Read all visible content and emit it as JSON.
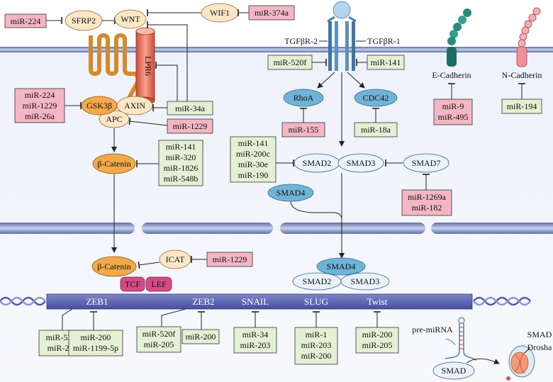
{
  "upstream": {
    "mir224_left": "miR-224",
    "sfrp2": "SFRP2",
    "wnt": "WNT",
    "wif1": "WIF1",
    "mir374a": "miR-374a",
    "lpr6": "LPR6",
    "gsk3b": "GSK3β",
    "axin": "AXIN",
    "apc": "APC",
    "beta_catenin": "β-Catenin"
  },
  "left_mirs": {
    "group1": [
      "miR-224",
      "miR-1229",
      "miR-26a"
    ],
    "mir34a": "miR-34a",
    "mir1229_apc": "miR-1229",
    "bcat_group": [
      "miR-141",
      "miR-320",
      "miR-1826",
      "miR-548b"
    ]
  },
  "tgf": {
    "receptor2": "TGFβR-2",
    "receptor1": "TGFβR-1",
    "mir520f": "miR-520f",
    "mir141": "miR-141",
    "rhoa": "RhoA",
    "cdc42": "CDC42",
    "mir155": "miR-155",
    "mir18a": "miR-18a",
    "smad_group": [
      "miR-141",
      "miR-200c",
      "miR-30e",
      "miR-190"
    ],
    "smad2": "SMAD2",
    "smad3": "SMAD3",
    "smad7": "SMAD7",
    "smad4": "SMAD4",
    "smad7_mirs": [
      "miR-1269a",
      "miR-182"
    ]
  },
  "adhesion": {
    "ecad": "E-Cadherin",
    "ncad": "N-Cadherin",
    "ecad_mirs": [
      "miR-9",
      "miR-495"
    ],
    "ncad_mir": "miR-194"
  },
  "nucleus": {
    "beta_catenin": "β-Catenin",
    "icat": "ICAT",
    "icat_mir": "miR-1229",
    "tcf": "TCF",
    "lef": "LEF",
    "smad4": "SMAD4",
    "smad2": "SMAD2",
    "smad3": "SMAD3",
    "genes": [
      "ZEB1",
      "ZEB2",
      "SNAIL",
      "SLUG",
      "Twist"
    ]
  },
  "gene_mirs": {
    "zeb1_a": [
      "miR-520f",
      "miR-205"
    ],
    "zeb1_b": [
      "miR-200",
      "miR-1199-5p"
    ],
    "zeb2_a": [
      "miR-520f",
      "miR-205"
    ],
    "zeb2_b": [
      "miR-200"
    ],
    "snail": [
      "miR-34",
      "miR-203"
    ],
    "slug": [
      "miR-1",
      "miR-203",
      "miR-200"
    ],
    "twist": [
      "miR-200",
      "miR-205"
    ]
  },
  "inset": {
    "pre_mirna": "pre-miRNA",
    "smad_left": "SMAD",
    "smad_right": "SMAD",
    "drosha": "Drosha"
  }
}
